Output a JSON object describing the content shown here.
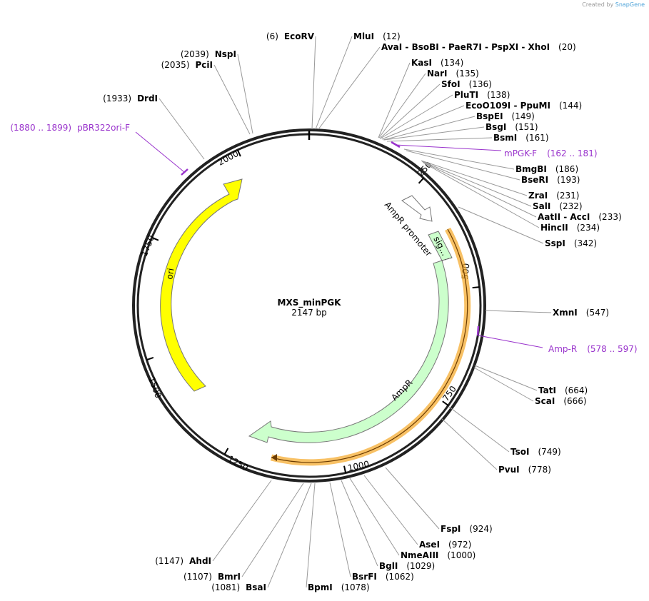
{
  "credit": {
    "prefix": "Created by",
    "brand": "SnapGene"
  },
  "plasmid": {
    "name": "MXS_minPGK",
    "length_label": "2147 bp",
    "length": 2147
  },
  "ticks": [
    "250",
    "500",
    "750",
    "1000",
    "1250",
    "1500",
    "1750",
    "2000"
  ],
  "features": {
    "ori": "ori",
    "ampr": "AmpR",
    "ampr_promoter": "AmpR promoter",
    "sig": "sig..."
  },
  "primers": [
    {
      "name": "pBR322ori-F",
      "pos": "(1880 .. 1899)"
    },
    {
      "name": "mPGK-F",
      "pos": "(162 .. 181)"
    },
    {
      "name": "Amp-R",
      "pos": "(578 .. 597)"
    }
  ],
  "sites": [
    {
      "name": "EcoRV",
      "pos": "(6)"
    },
    {
      "name": "MluI",
      "pos": "(12)"
    },
    {
      "name": "AvaI - BsoBI - PaeR7I - PspXI - XhoI",
      "pos": "(20)"
    },
    {
      "name": "KasI",
      "pos": "(134)"
    },
    {
      "name": "NarI",
      "pos": "(135)"
    },
    {
      "name": "SfoI",
      "pos": "(136)"
    },
    {
      "name": "PluTI",
      "pos": "(138)"
    },
    {
      "name": "EcoO109I - PpuMI",
      "pos": "(144)"
    },
    {
      "name": "BspEI",
      "pos": "(149)"
    },
    {
      "name": "BsgI",
      "pos": "(151)"
    },
    {
      "name": "BsmI",
      "pos": "(161)"
    },
    {
      "name": "BmgBI",
      "pos": "(186)"
    },
    {
      "name": "BseRI",
      "pos": "(193)"
    },
    {
      "name": "ZraI",
      "pos": "(231)"
    },
    {
      "name": "SalI",
      "pos": "(232)"
    },
    {
      "name": "AatII - AccI",
      "pos": "(233)"
    },
    {
      "name": "HincII",
      "pos": "(234)"
    },
    {
      "name": "SspI",
      "pos": "(342)"
    },
    {
      "name": "XmnI",
      "pos": "(547)"
    },
    {
      "name": "TatI",
      "pos": "(664)"
    },
    {
      "name": "ScaI",
      "pos": "(666)"
    },
    {
      "name": "TsoI",
      "pos": "(749)"
    },
    {
      "name": "PvuI",
      "pos": "(778)"
    },
    {
      "name": "FspI",
      "pos": "(924)"
    },
    {
      "name": "AseI",
      "pos": "(972)"
    },
    {
      "name": "NmeAIII",
      "pos": "(1000)"
    },
    {
      "name": "BglI",
      "pos": "(1029)"
    },
    {
      "name": "BsrFI",
      "pos": "(1062)"
    },
    {
      "name": "BpmI",
      "pos": "(1078)"
    },
    {
      "name": "BsaI",
      "pos": "(1081)"
    },
    {
      "name": "BmrI",
      "pos": "(1107)"
    },
    {
      "name": "AhdI",
      "pos": "(1147)"
    },
    {
      "name": "DrdI",
      "pos": "(1933)"
    },
    {
      "name": "PciI",
      "pos": "(2035)"
    },
    {
      "name": "NspI",
      "pos": "(2039)"
    }
  ],
  "colors": {
    "ori": "#ffff00",
    "ampr": "#ccffcc",
    "primer": "#9933cc",
    "highlight": "#f5a623"
  }
}
